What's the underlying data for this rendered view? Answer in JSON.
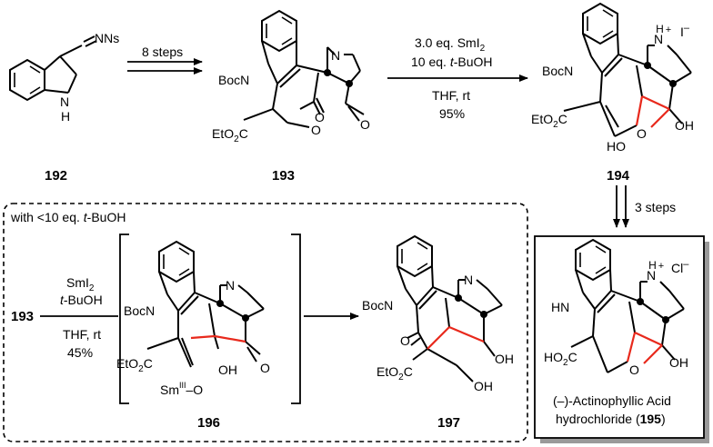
{
  "compounds": {
    "c192": "192",
    "c193": "193",
    "c194": "194",
    "c196": "196",
    "c197": "197",
    "c195_line1_prefix": "(–)-Actinophyllic Acid",
    "c195_line2_prefix": "hydrochloride (",
    "c195_num": "195",
    "c195_line2_suffix": ")"
  },
  "atom_labels": {
    "nns": "NNs",
    "nh": "N",
    "nh_h": "H",
    "boc_n": "BocN",
    "n": "N",
    "eto2c": "EtO",
    "eto2c_sub": "2",
    "eto2c_c": "C",
    "o": "O",
    "oh": "OH",
    "ho": "HO",
    "ho2c": "HO",
    "ho2c_sub": "2",
    "ho2c_c": "C",
    "hn": "HN",
    "h": "H",
    "plus": "+",
    "iodide": "I",
    "chloride": "Cl",
    "minus": "–",
    "sm": "Sm",
    "sm_ox": "III",
    "sm_o": "–O"
  },
  "arrows": {
    "a1_label": "8 steps",
    "a2_line1": "3.0 eq. SmI",
    "a2_line1_sub": "2",
    "a2_line2_a": "10 eq. ",
    "a2_line2_b": "t",
    "a2_line2_c": "-BuOH",
    "a2_line3": "THF, rt",
    "a2_line4": "95%",
    "a3_label": "3 steps",
    "a4_line1": "SmI",
    "a4_line1_sub": "2",
    "a4_line2_a": "t",
    "a4_line2_b": "-BuOH",
    "a4_line3": "THF, rt",
    "a4_line4": "45%"
  },
  "box_note": {
    "prefix": "with <10 eq. ",
    "t": "t",
    "suffix": "-BuOH"
  },
  "colors": {
    "ink": "#000000",
    "new_bond": "#e8291c",
    "shadow": "#9a9a9a"
  }
}
